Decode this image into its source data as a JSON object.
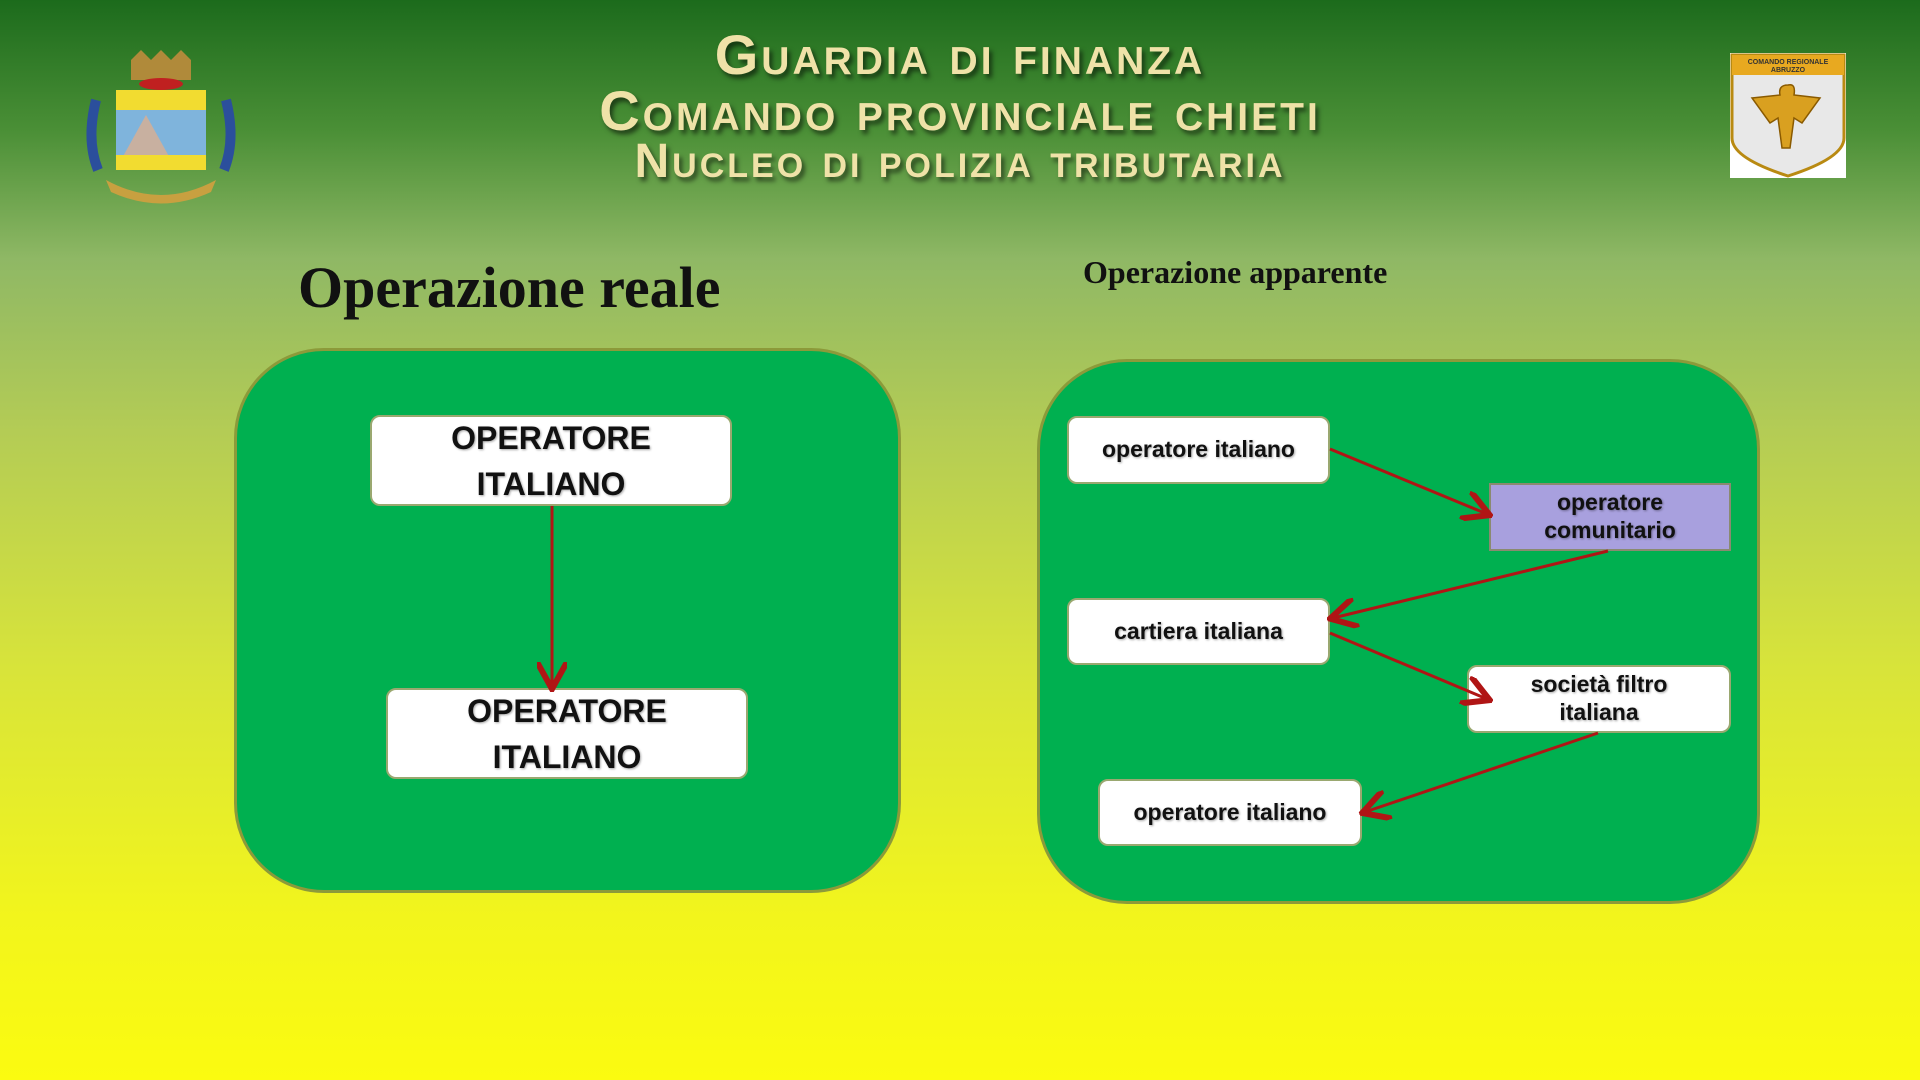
{
  "header": {
    "line1": "Guardia di finanza",
    "line2": "Comando provinciale chieti",
    "line3": "Nucleo di polizia tributaria"
  },
  "logos": {
    "left": "coat-of-arms",
    "right": {
      "text": "COMANDO REGIONALE ABRUZZO"
    }
  },
  "left": {
    "title": "Operazione reale",
    "boxes": [
      "OPERATORE ITALIANO",
      "OPERATORE ITALIANO"
    ]
  },
  "right": {
    "title": "Operazione apparente",
    "boxes": [
      "operatore italiano",
      "operatore comunitario",
      "cartiera italiana",
      "società filtro italiana",
      "operatore italiano"
    ]
  },
  "colors": {
    "panel": "#00b050",
    "arrow": "#b01515",
    "highlight": "#a8a0de"
  }
}
